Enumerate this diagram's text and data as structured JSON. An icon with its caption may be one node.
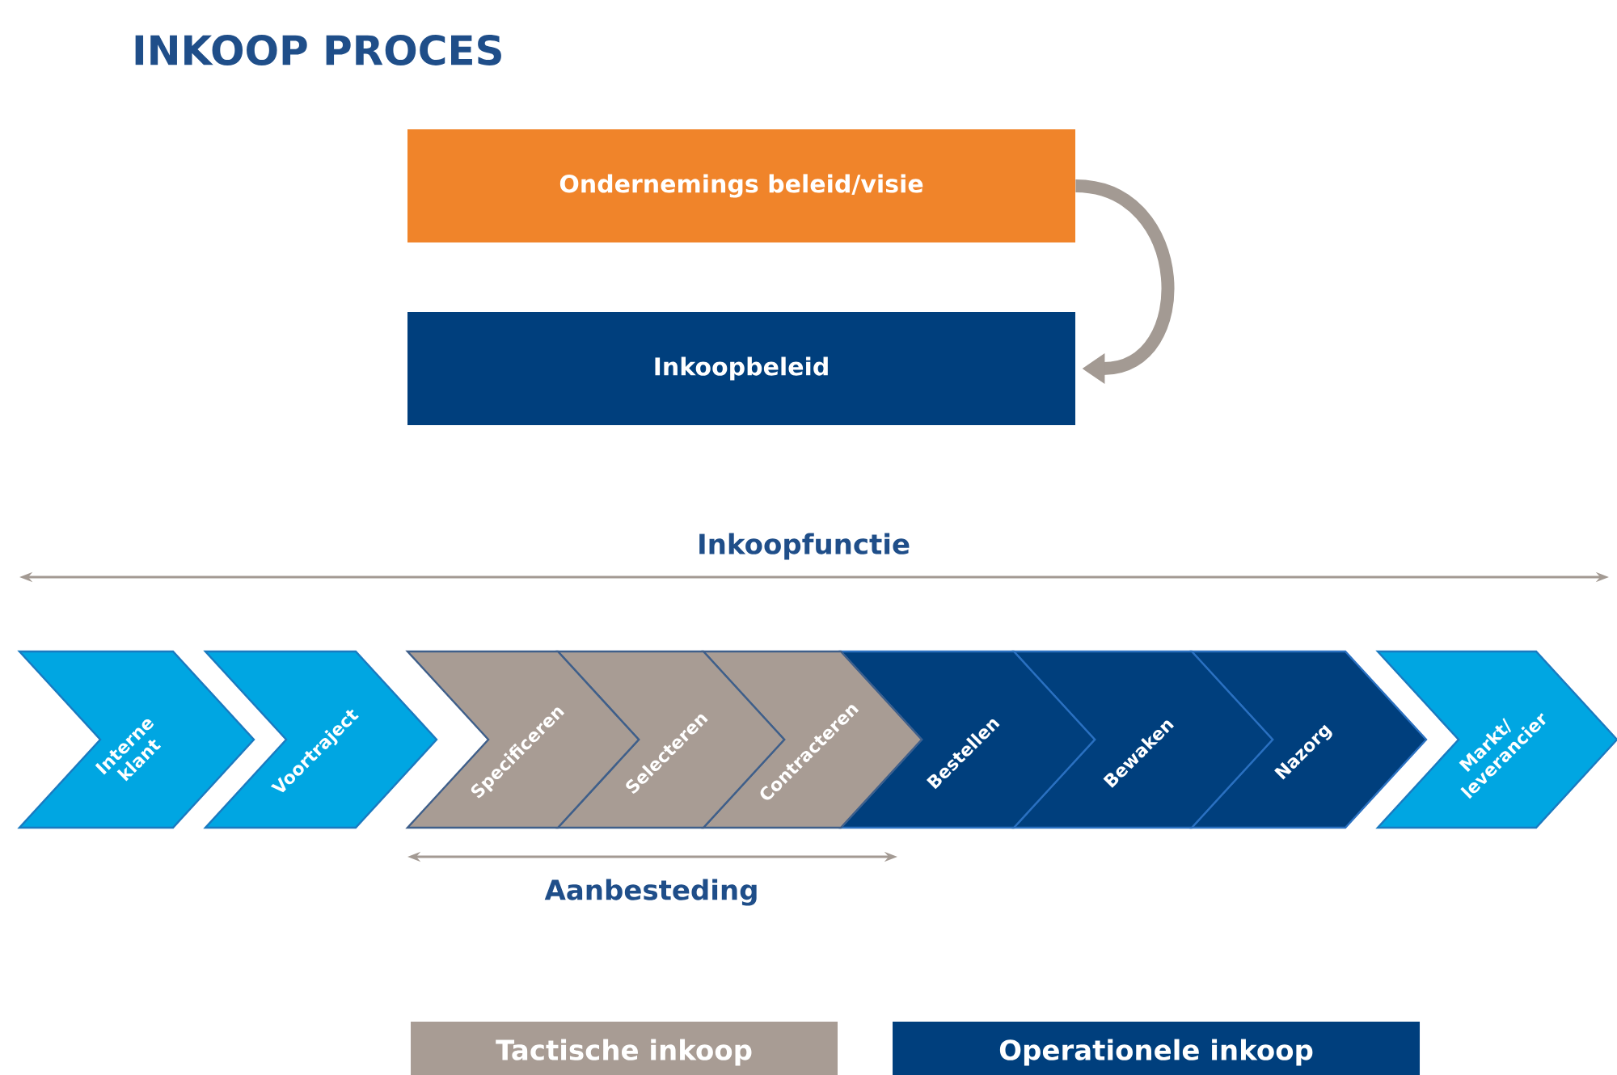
{
  "diagram": {
    "title": "INKOOP PROCES",
    "nodes": [
      {
        "text": [
          "Ondernemings beleid/visie"
        ]
      },
      {
        "text": [
          "Inkoopbeleid"
        ]
      },
      {
        "text": [
          "Interne klant"
        ]
      },
      {
        "text": [
          "Voortraject"
        ]
      },
      {
        "text": [
          "Specificeren"
        ]
      },
      {
        "text": [
          "Selecteren"
        ]
      },
      {
        "text": [
          "Contracteren"
        ]
      },
      {
        "text": [
          "Bestellen"
        ]
      },
      {
        "text": [
          "Bewaken"
        ]
      },
      {
        "text": [
          "Nazorg"
        ]
      },
      {
        "text": [
          "Markt/ leverancier"
        ]
      }
    ],
    "edges": [
      {
        "from": 0,
        "to": 1,
        "arrow": "to",
        "color": "#a39a93"
      }
    ],
    "labels": [
      "Inkoopfunctie",
      "Aanbesteding"
    ],
    "legend": [
      {
        "text": "Tactische inkoop",
        "color": "#a89c94"
      },
      {
        "text": "Operationele inkoop",
        "color": "#003f7d"
      }
    ]
  }
}
